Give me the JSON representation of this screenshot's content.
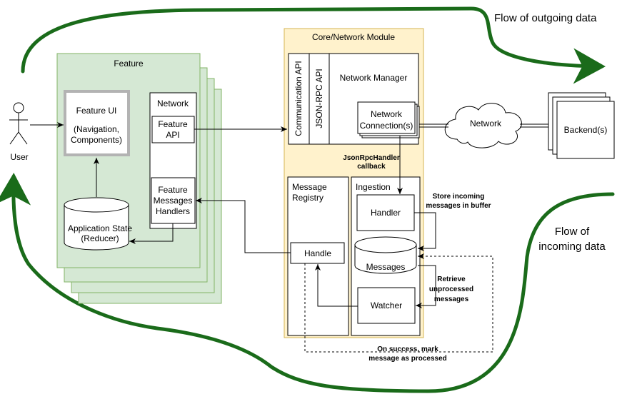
{
  "flows": {
    "outgoing": "Flow of outgoing data",
    "incoming_line1": "Flow of",
    "incoming_line2": "incoming data"
  },
  "actors": {
    "user": "User"
  },
  "feature": {
    "title": "Feature",
    "ui_title": "Feature UI",
    "ui_sub1": "(Navigation,",
    "ui_sub2": "Components)",
    "state_line1": "Application State",
    "state_line2": "(Reducer)",
    "network_title": "Network",
    "api_line1": "Feature",
    "api_line2": "API",
    "handlers_line1": "Feature",
    "handlers_line2": "Messages",
    "handlers_line3": "Handlers"
  },
  "core": {
    "title": "Core/Network Module",
    "comm_api": "Communication API",
    "jsonrpc_api": "JSON-RPC API",
    "network_manager": "Network Manager",
    "connections_line1": "Network",
    "connections_line2": "Connection(s)",
    "callback_line1": "JsonRpcHandler",
    "callback_line2": "callback",
    "registry_line1": "Message",
    "registry_line2": "Registry",
    "handle": "Handle",
    "ingestion": "Ingestion",
    "handler": "Handler",
    "messages": "Messages",
    "watcher": "Watcher"
  },
  "annotations": {
    "store_line1": "Store incoming",
    "store_line2": "messages in buffer",
    "retrieve_line1": "Retrieve",
    "retrieve_line2": "unprocessed",
    "retrieve_line3": "messages",
    "success_line1": "On success, mark",
    "success_line2": "message as processed"
  },
  "external": {
    "network": "Network",
    "backends": "Backend(s)"
  },
  "colors": {
    "flow_arrows": "#1a6b1a",
    "feature_fill": "#d5e8d4",
    "feature_stroke": "#82b366",
    "core_fill": "#fff2cc",
    "core_stroke": "#d6b656",
    "ui_border": "#b3b3b3"
  }
}
